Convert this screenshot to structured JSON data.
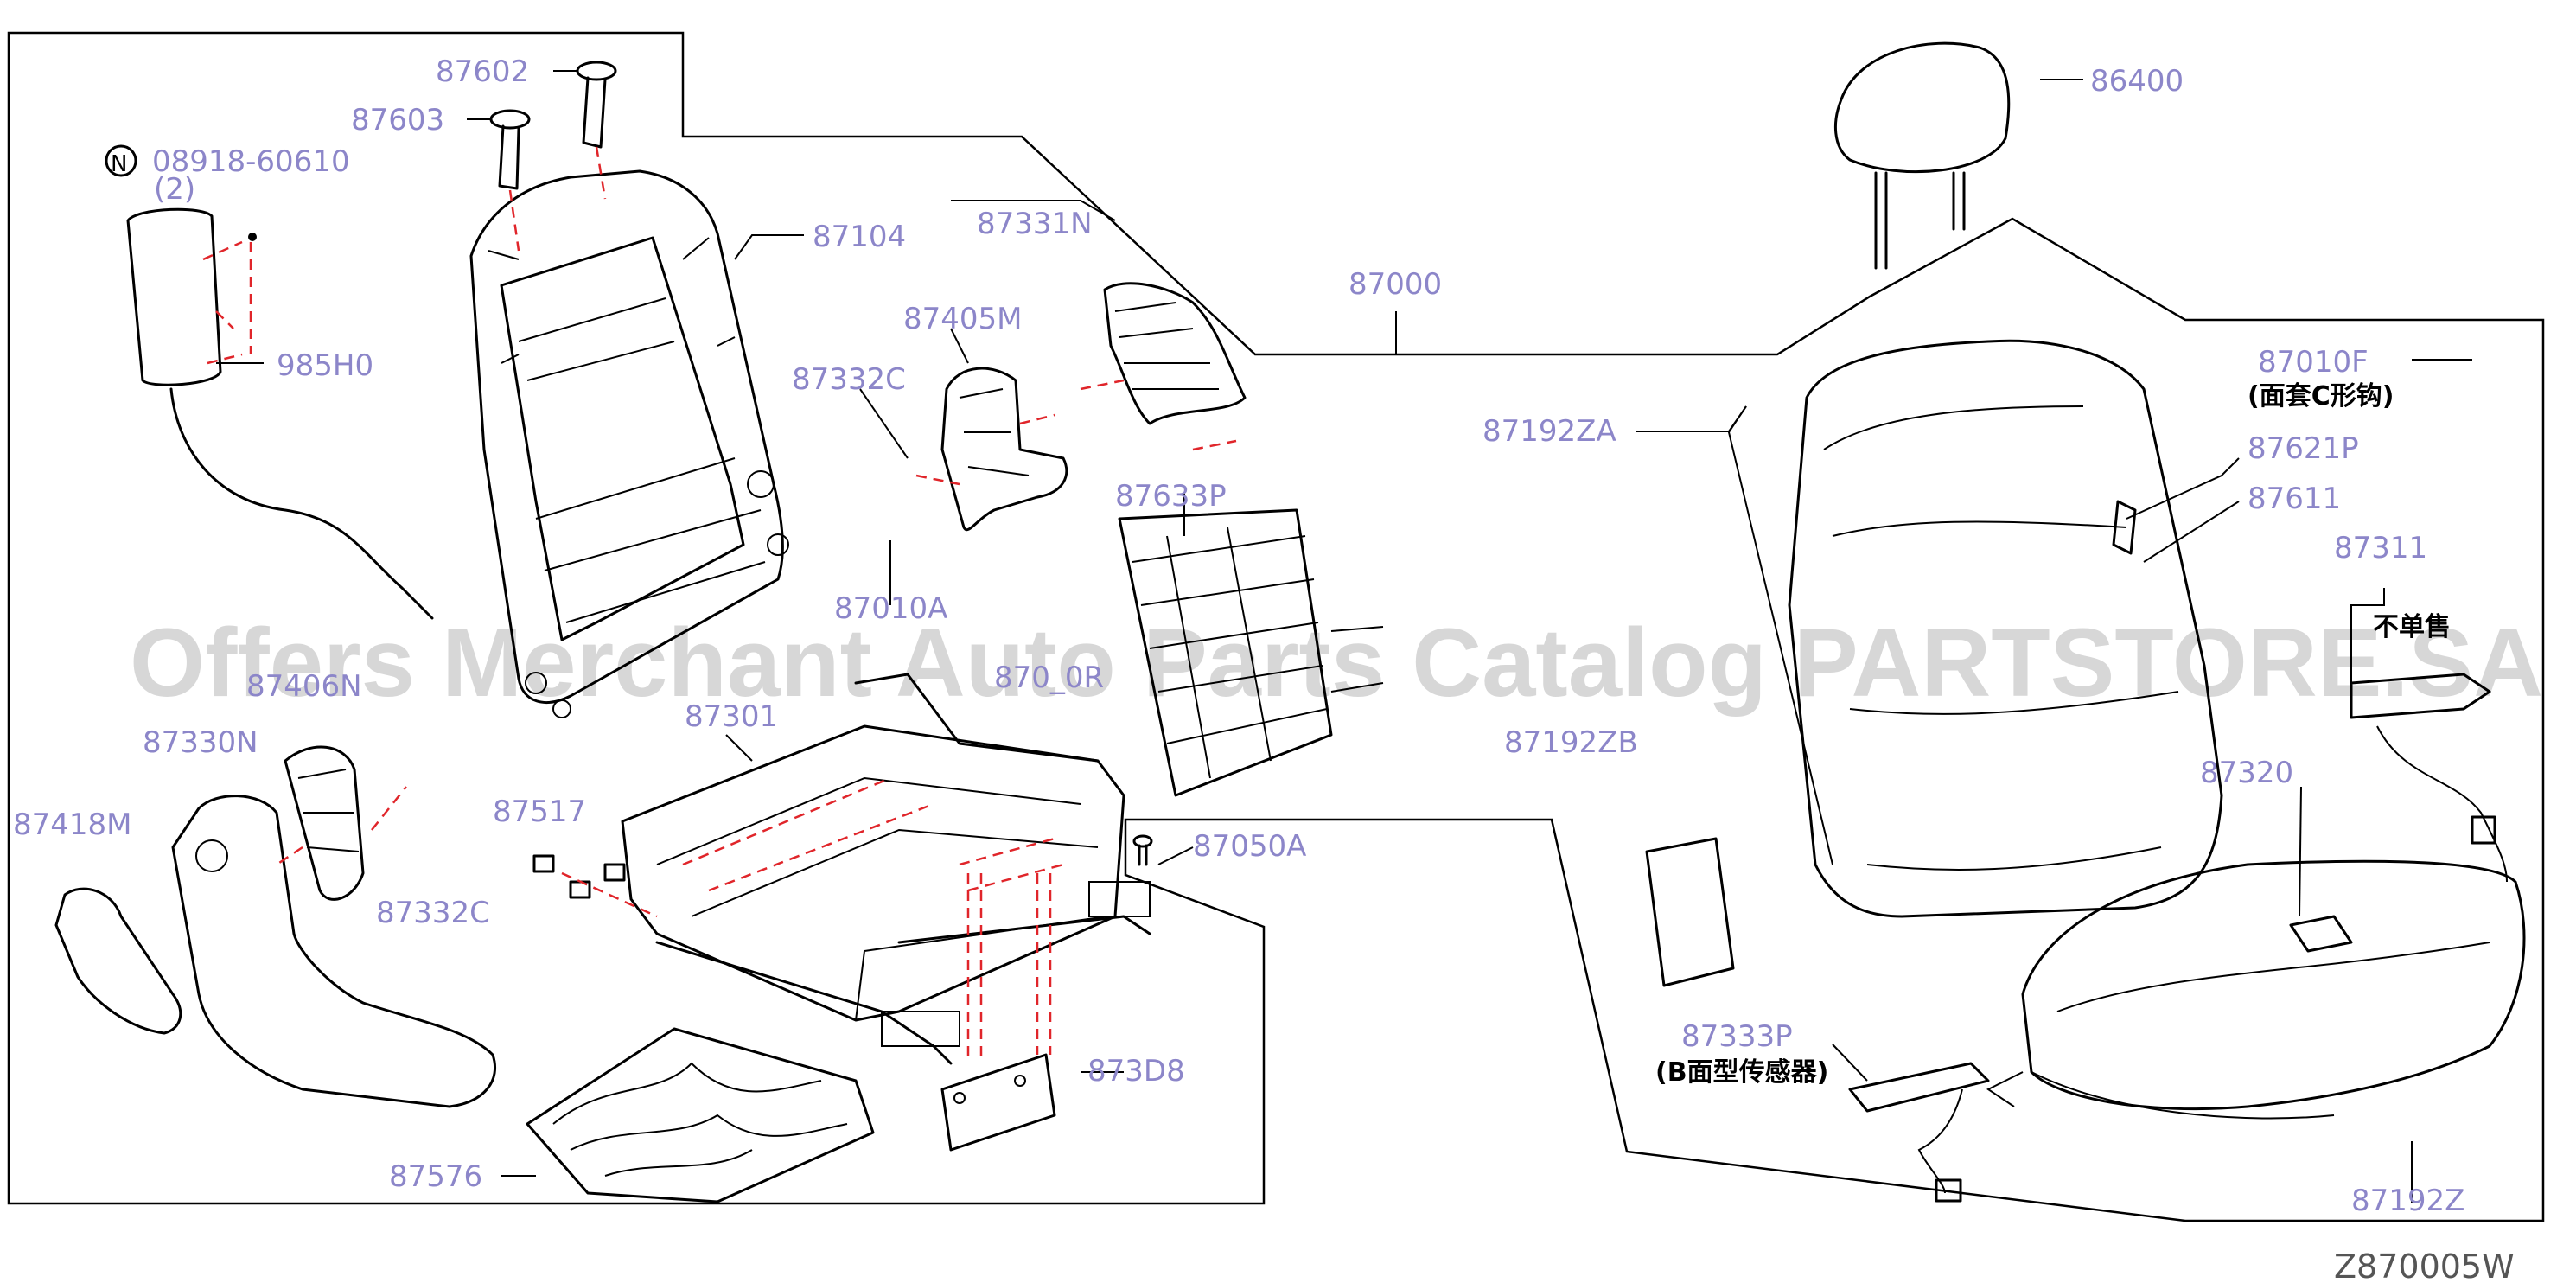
{
  "diagram": {
    "code": "Z870005W",
    "watermark": "Offers Merchant Auto Parts Catalog PARTSTORE.SA",
    "parts": {
      "p87602": "87602",
      "p87603": "87603",
      "p08918": "08918-60610",
      "p08918_qty": "(2)",
      "p985h0": "985H0",
      "p87104": "87104",
      "p87331n": "87331N",
      "p87405m": "87405M",
      "p87332c_a": "87332C",
      "p87010a": "87010A",
      "p87406n": "87406N",
      "p87330n": "87330N",
      "p87418m": "87418M",
      "p87332c_b": "87332C",
      "p87301": "87301",
      "p87517": "87517",
      "p87633p": "87633P",
      "p870x0r": "870_0R",
      "p87050a": "87050A",
      "p873d8": "873D8",
      "p87576": "87576",
      "p86400": "86400",
      "p87000": "87000",
      "p87010f": "87010F",
      "p87010f_note": "(面套C形钩)",
      "p87192za": "87192ZA",
      "p87621p": "87621P",
      "p87611": "87611",
      "p87311": "87311",
      "p87311_note": "不单售",
      "p87192zb": "87192ZB",
      "p87320": "87320",
      "p87333p": "87333P",
      "p87333p_note": "(B面型传感器)",
      "p87192z": "87192Z"
    }
  },
  "colors": {
    "label": "#8c86c9",
    "line": "#000000",
    "dashed": "#e0252a"
  },
  "icons": {
    "n_marker": "circled-n-icon"
  }
}
